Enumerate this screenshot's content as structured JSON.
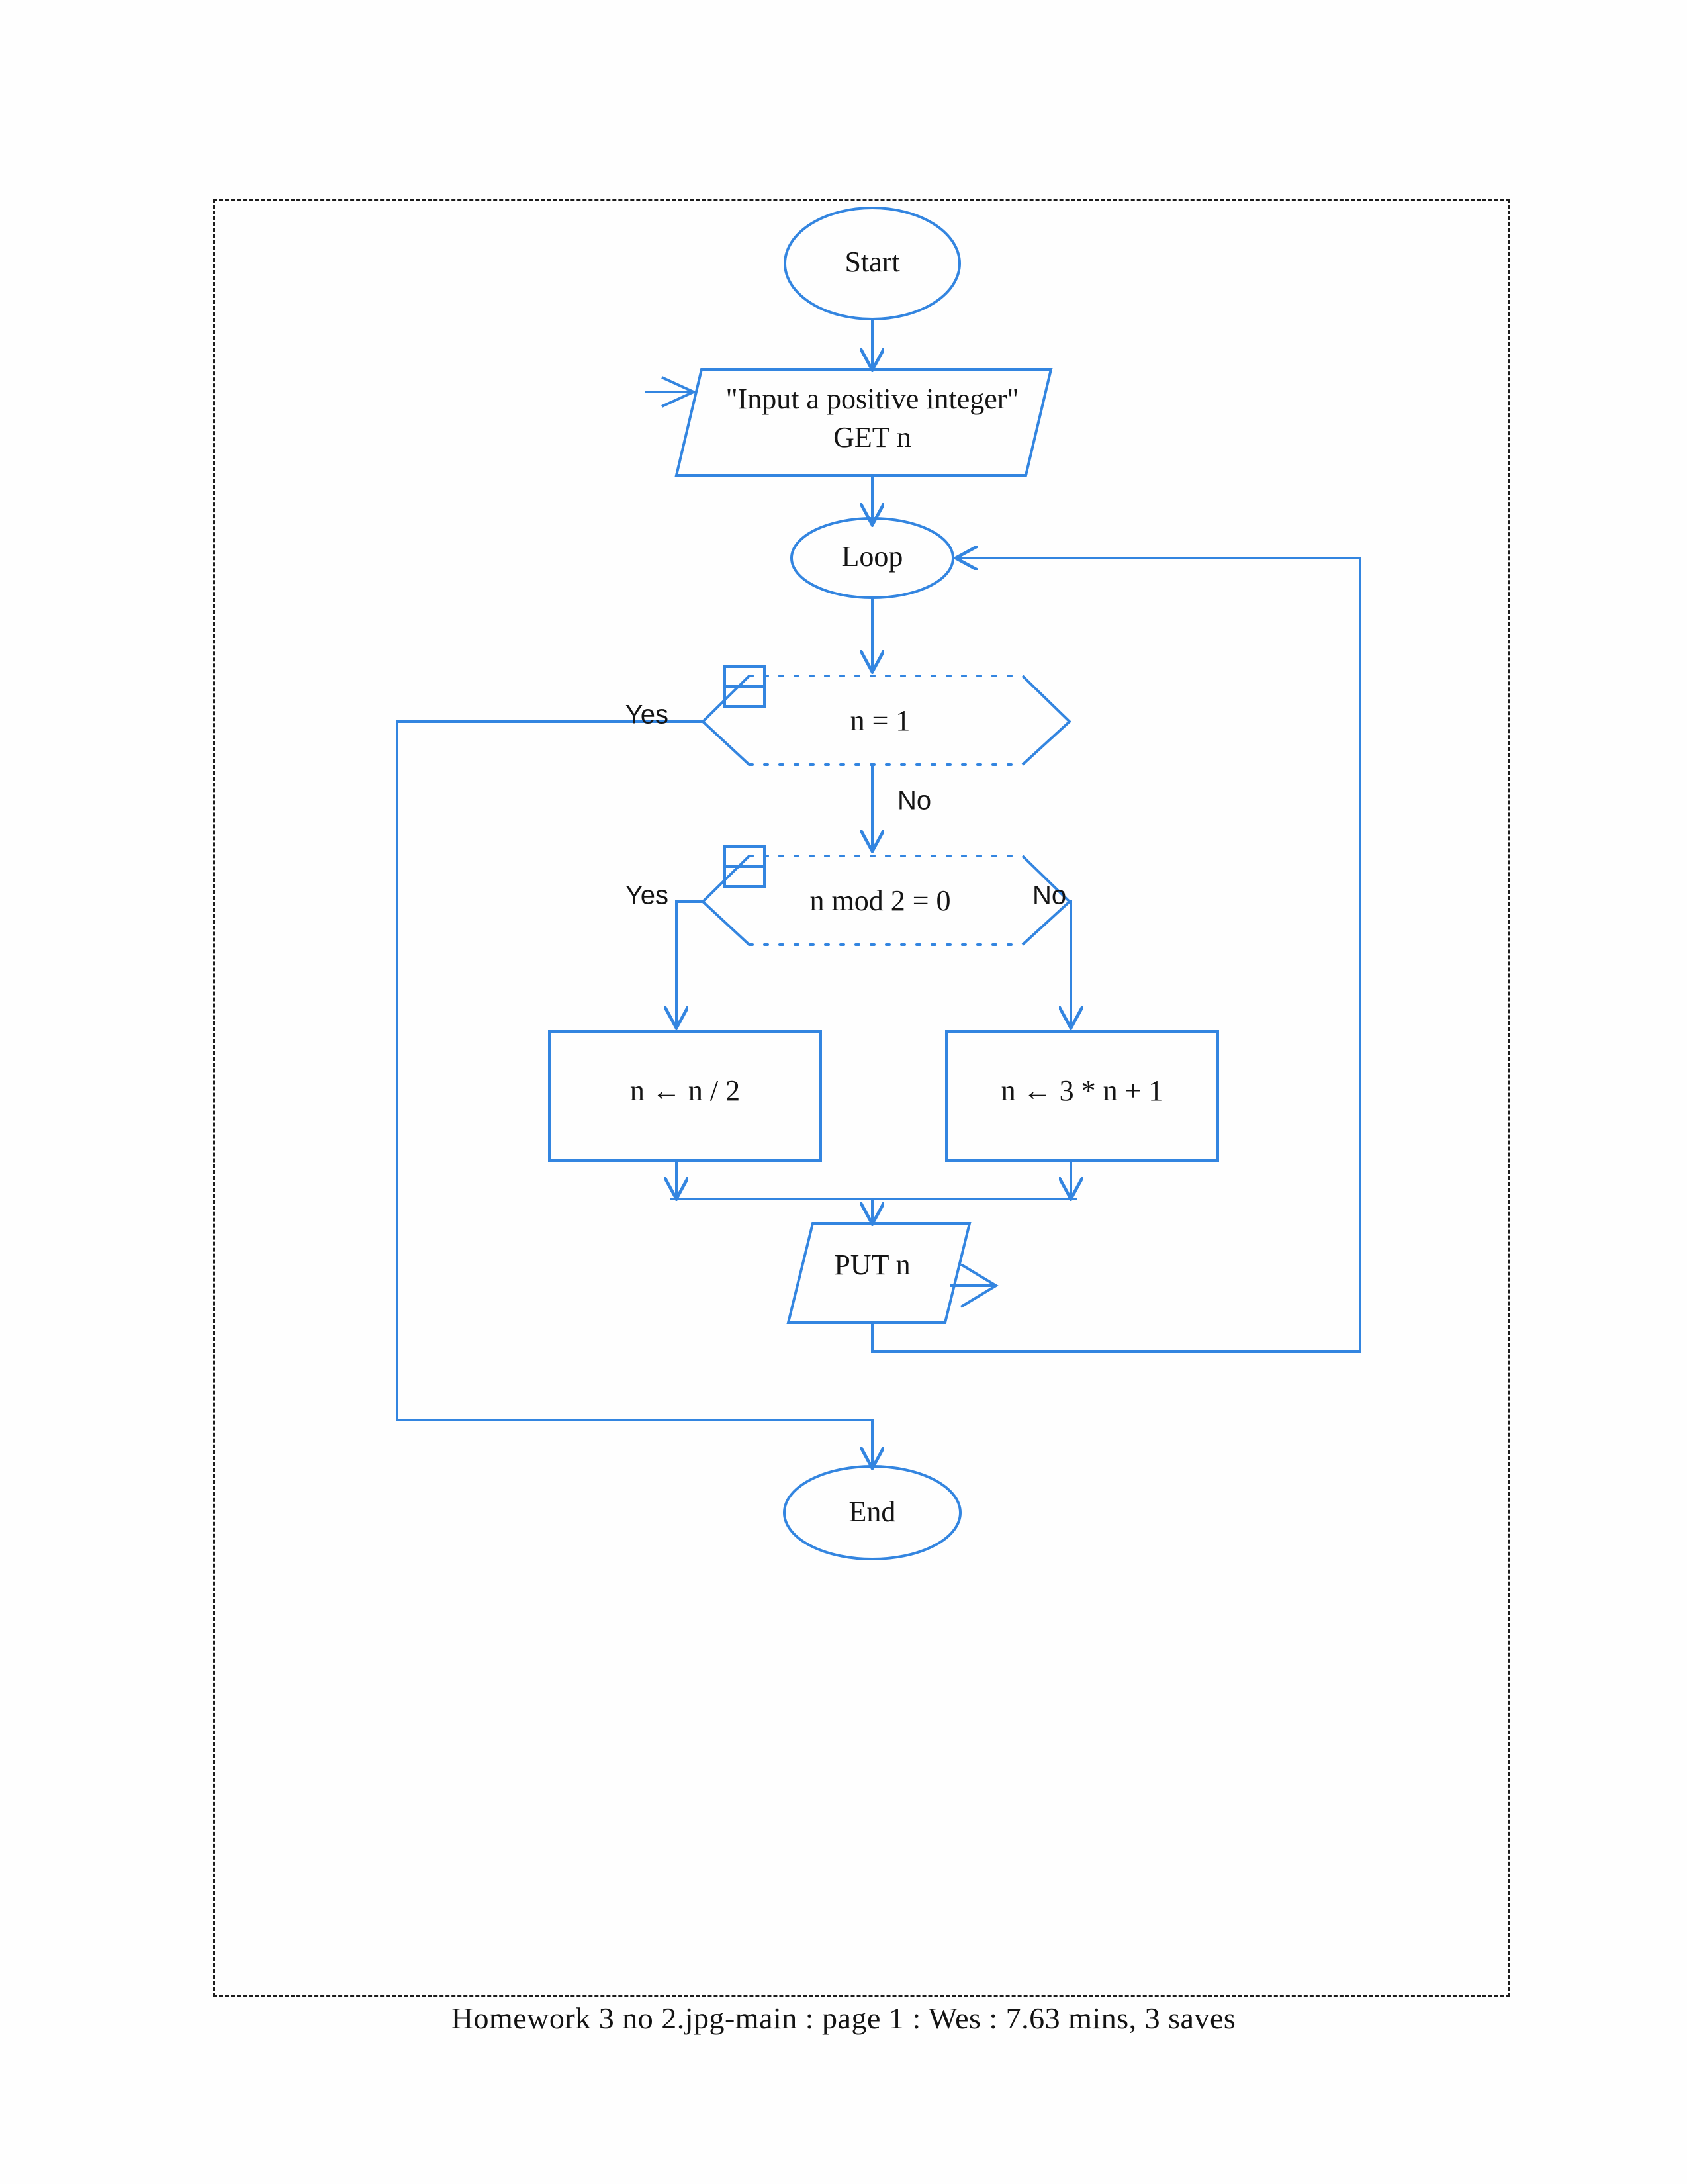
{
  "document": {
    "title": "Collatz sequence flowchart",
    "footer_caption": "Homework 3 no 2.jpg-main : page 1 : Wes : 7.63 mins, 3 saves"
  },
  "colors": {
    "stroke_blue": "#3385e0",
    "text_black": "#151515",
    "frame_dash": "#1c1c1c",
    "page_background": "#ffffff"
  },
  "flowchart": {
    "type": "flowchart",
    "nodes": [
      {
        "id": "start",
        "shape": "ellipse",
        "label": "Start"
      },
      {
        "id": "input",
        "shape": "parallelogram",
        "label_line1": "\"Input a positive integer\"",
        "label_line2": "GET n"
      },
      {
        "id": "loop",
        "shape": "ellipse",
        "label": "Loop"
      },
      {
        "id": "dec1",
        "shape": "hexagon",
        "label": "n = 1"
      },
      {
        "id": "dec2",
        "shape": "hexagon",
        "label": "n mod 2 = 0"
      },
      {
        "id": "halve",
        "shape": "rectangle",
        "label": "n ← n / 2"
      },
      {
        "id": "triple",
        "shape": "rectangle",
        "label": "n ← 3 * n  +  1"
      },
      {
        "id": "output",
        "shape": "parallelogram",
        "label": "PUT n"
      },
      {
        "id": "end",
        "shape": "ellipse",
        "label": "End"
      }
    ],
    "edges": [
      {
        "from": "start",
        "to": "input",
        "label": ""
      },
      {
        "from": "input",
        "to": "loop",
        "label": ""
      },
      {
        "from": "loop",
        "to": "dec1",
        "label": ""
      },
      {
        "from": "dec1",
        "to": "end",
        "label": "Yes"
      },
      {
        "from": "dec1",
        "to": "dec2",
        "label": "No"
      },
      {
        "from": "dec2",
        "to": "halve",
        "label": "Yes"
      },
      {
        "from": "dec2",
        "to": "triple",
        "label": "No"
      },
      {
        "from": "halve",
        "to": "output",
        "label": ""
      },
      {
        "from": "triple",
        "to": "output",
        "label": ""
      },
      {
        "from": "output",
        "to": "loop",
        "label": ""
      }
    ],
    "branch_labels": {
      "dec1_yes": "Yes",
      "dec1_no": "No",
      "dec2_yes": "Yes",
      "dec2_no": "No"
    }
  }
}
